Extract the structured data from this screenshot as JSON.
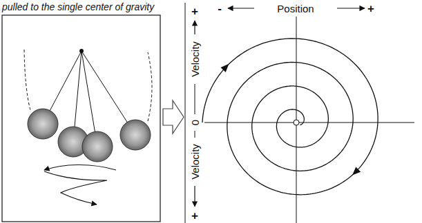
{
  "diagram": {
    "caption": "pulled to the single center of gravity",
    "labels": [
      "-",
      "Position",
      "+",
      "+",
      "Velocity",
      "0",
      "Velocity",
      "+"
    ]
  }
}
